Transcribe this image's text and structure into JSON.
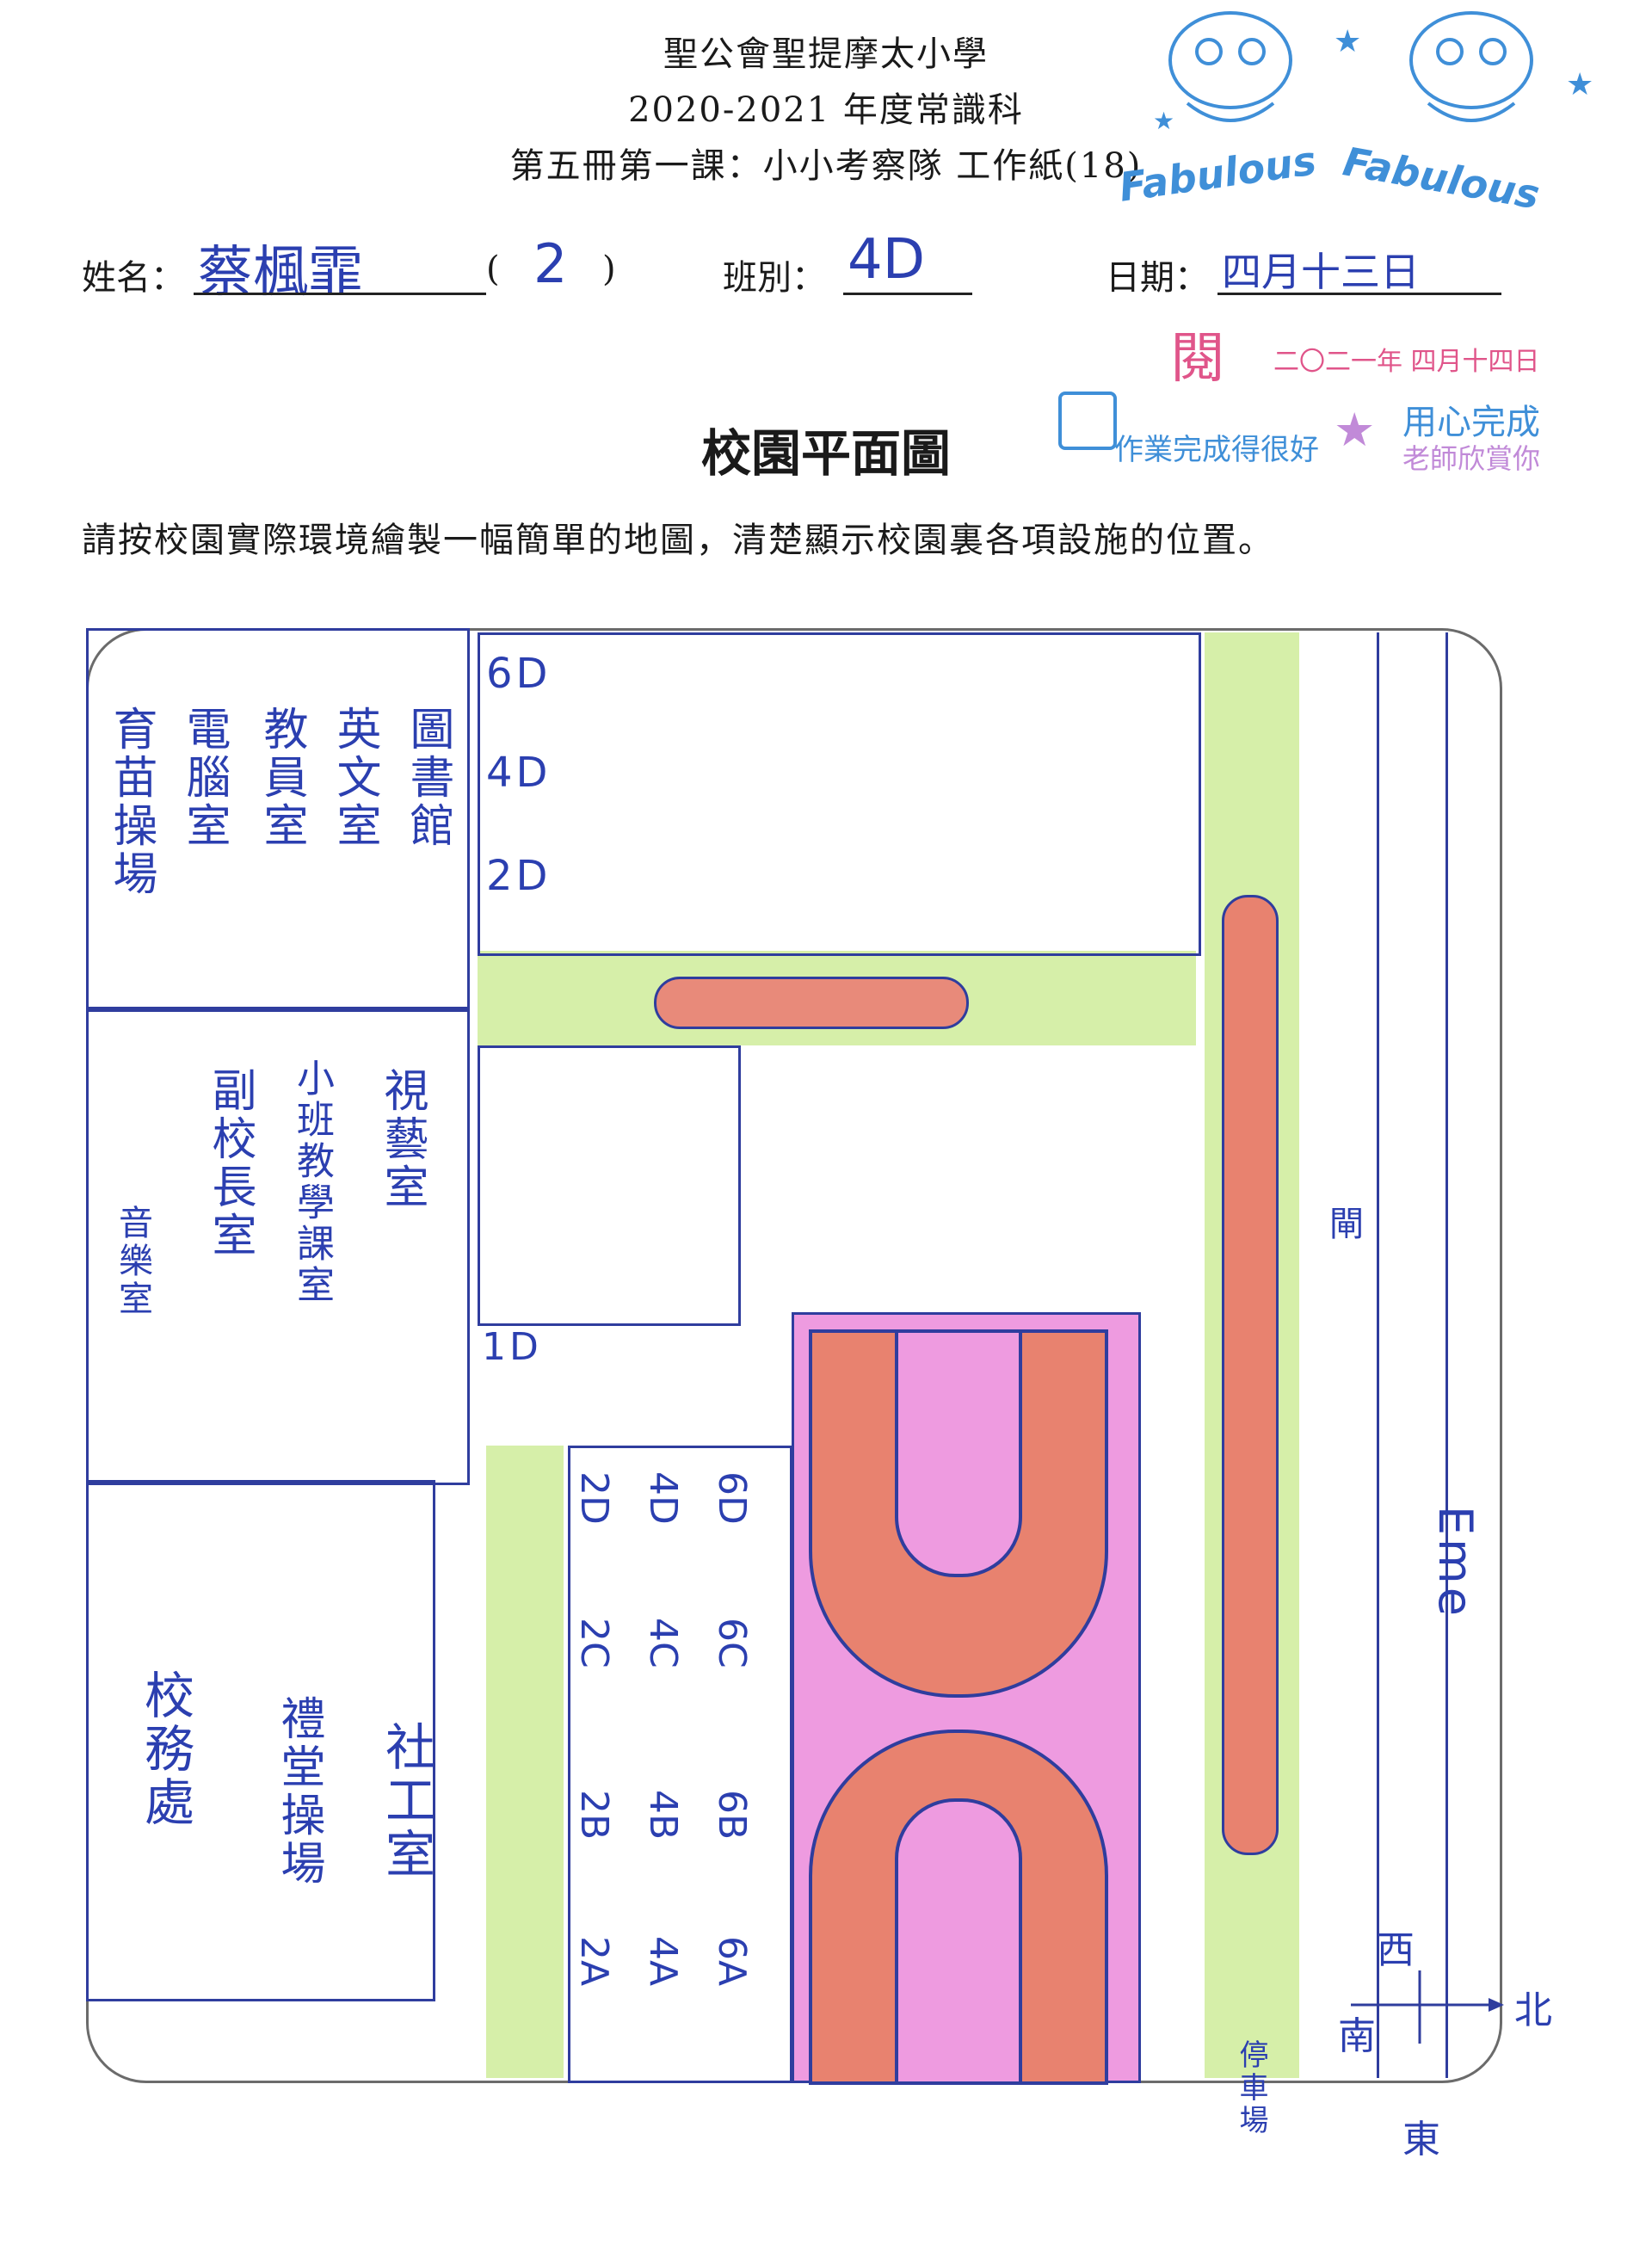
{
  "header": {
    "school": "聖公會聖提摩太小學",
    "year": "2020-2021 年度常識科",
    "lesson": "第五冊第一課：小小考察隊 工作紙(18)"
  },
  "fields": {
    "name_label": "姓名：",
    "name_value": "蔡楓霏",
    "number_open": "(",
    "number_value": "2",
    "number_close": ")",
    "class_label": "班別：",
    "class_value": "4D",
    "date_label": "日期：",
    "date_value": "四月十三日"
  },
  "stamps": {
    "fabulous_1": "Fabulous",
    "fabulous_2": "Fabulous",
    "read_mark": "閱",
    "read_date": "二〇二一年 四月十四日",
    "praise_1": "作業完成得很好",
    "praise_2_line1": "用心完成",
    "praise_2_line2": "老師欣賞你"
  },
  "title": "校園平面圖",
  "instruction": "請按校園實際環境繪製一幅簡單的地圖，清楚顯示校園裏各項設施的位置。",
  "map": {
    "rooms_left": [
      "育苗操場",
      "電腦室",
      "教員室",
      "英文室",
      "圖書館"
    ],
    "rooms_mid_left": [
      "音樂室",
      "副校長室",
      "小班教學課室",
      "視藝室"
    ],
    "rooms_bottom_left": [
      "校務處",
      "禮堂操場",
      "社工室"
    ],
    "top_classes": [
      "6D",
      "4D",
      "2D"
    ],
    "grid_classes": [
      [
        "2D",
        "4D",
        "6D"
      ],
      [
        "2C",
        "4C",
        "6C"
      ],
      [
        "2B",
        "4B",
        "6B"
      ],
      [
        "2A",
        "4A",
        "6A"
      ]
    ],
    "side_labels": [
      "1D",
      "Eme",
      "閘"
    ],
    "compass": {
      "north": "北",
      "south": "南",
      "east": "東",
      "west": "西"
    },
    "corner_label": "停車場"
  }
}
